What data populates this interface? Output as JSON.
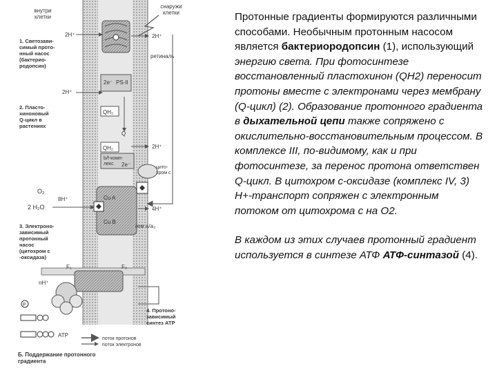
{
  "figure": {
    "side_inside": "внутри\nклетки",
    "side_outside": "снаружи\nклетки",
    "h_2_in": "2H⁺",
    "h_2_out": "2H⁺",
    "h_2_in_b": "2H⁺",
    "h_2_out_b": "2H⁺",
    "retinal": "ретиналь",
    "e2": "2e⁻",
    "ps2": "PS-II",
    "qh2_a": "QH₂",
    "q_a": "Q",
    "qh2_b": "QH₂",
    "bf": "b/f-комп-\nлекс",
    "e2_b": "2e⁻",
    "cyt": "цито-\nхром с",
    "o2": "O₂",
    "h_8": "8H⁺",
    "cua": "Cu A",
    "h_4": "4H⁺",
    "h2o": "2 H₂O",
    "cub": "Cu B",
    "hem": "гем a/a₃",
    "f1": "F₁",
    "f0": "F₀",
    "nh": "nH⁺",
    "atp": "АТР",
    "p_label": "P",
    "legend_proton": "поток протонов",
    "legend_electron": "поток электронов",
    "label1": "1. Светозави-\nсимый прото-\nнный насос\n(бактерио-\nродопсин)",
    "label2": "2. Пласто-\nхиноновый\nQ-цикл в\nрастениях",
    "label3": "3. Электроно-\nзависимый\nпротонный\nнасос\n(цитохром с\n-оксидаза)",
    "label4": "4. Протоно-\nзависимый\nсинтез АТР",
    "section_b": "Б. Поддержание протонного\nградиента"
  },
  "caption": {
    "p1_a": "Протонные градиенты формируются различными способами. Необычным протонным насосом является ",
    "p1_bold": "бактериородопсин",
    "p1_b": " (1), использующий ",
    "p1_italic": "энергию света. При фотосинтезе восстановленный пластохинон (QH2) переносит протоны вместе с электронами через мембрану (Q-цикл) (2). Образование протонного градиента в ",
    "p1_bold_italic": "дыхательной цепи",
    "p1_italic_end": " также сопряжено с окислительно-восстановительным процессом. В комплексе III, по-видимому, как и при фотосинтезе, за перенос протона ответствен Q-цикл. В цитохром с-оксидазе (комплекс IV, 3) H+-транспорт сопряжен с электронным потоком от цитохрома с на O2.",
    "p2_italic": "В каждом из этих случаев протонный градиент используется в синтезе АТФ ",
    "p2_bold_italic": "АТФ-синтазой",
    "p2_end": " (4)."
  }
}
